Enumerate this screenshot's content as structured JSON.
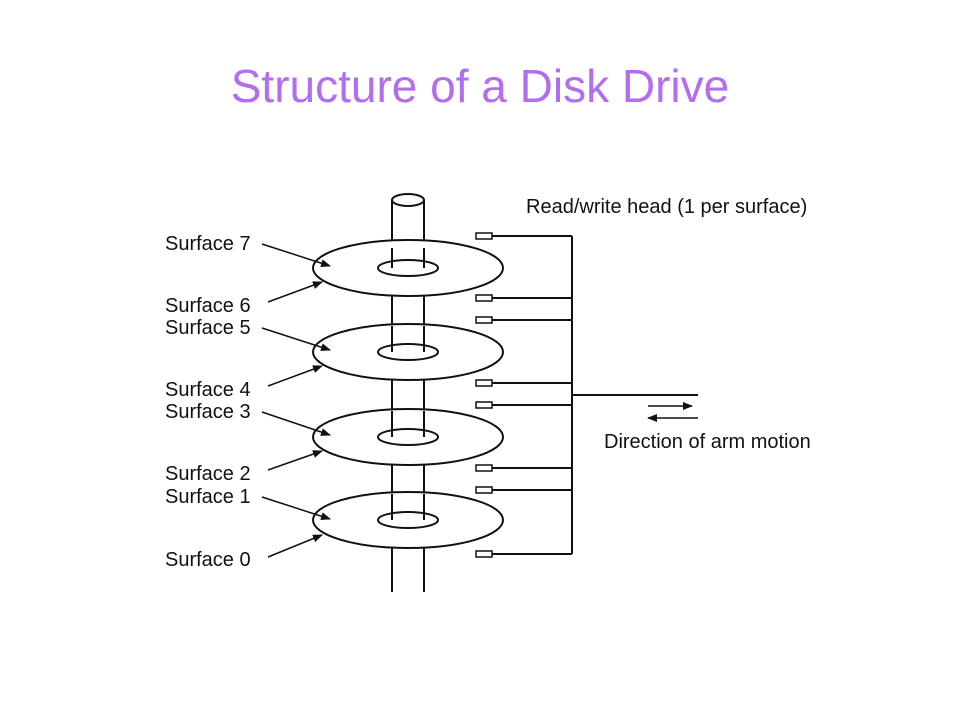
{
  "title": "Structure of a Disk Drive",
  "colors": {
    "title": "#b36ef0",
    "ink": "#111111"
  },
  "diagram": {
    "head_label": "Read/write head (1 per surface)",
    "arm_motion_label": "Direction of arm motion",
    "surfaces": [
      "Surface 7",
      "Surface 6",
      "Surface 5",
      "Surface 4",
      "Surface 3",
      "Surface 2",
      "Surface 1",
      "Surface 0"
    ]
  }
}
